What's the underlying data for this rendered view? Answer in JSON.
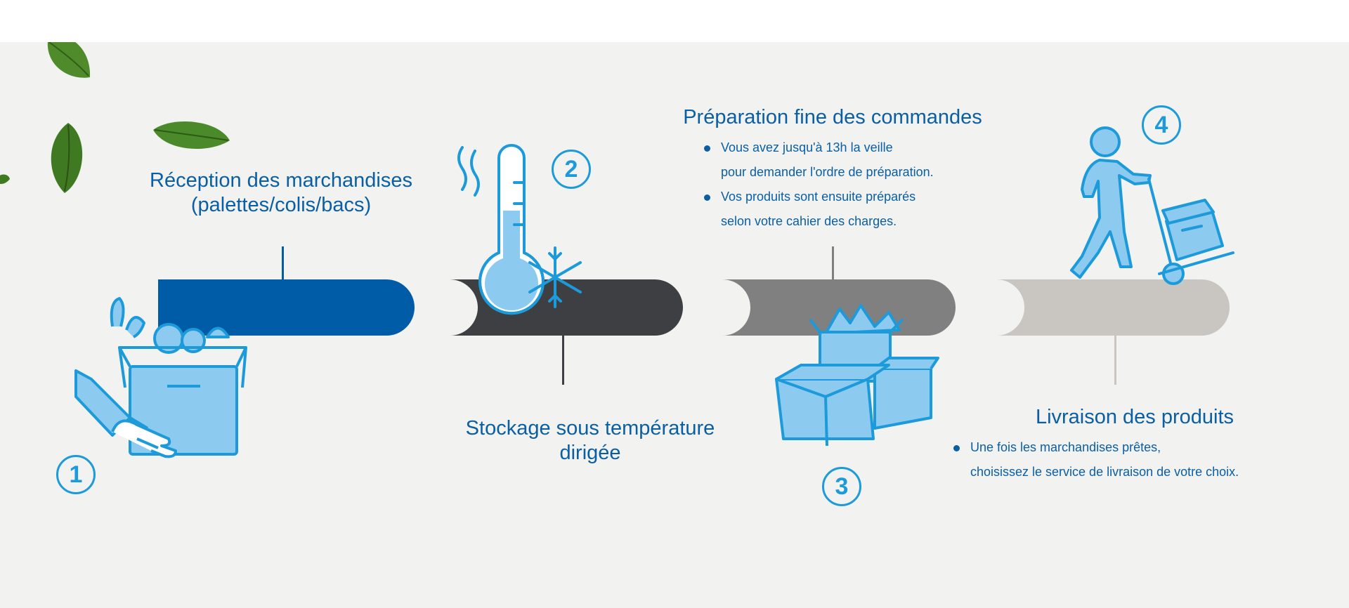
{
  "steps": [
    {
      "number": "1",
      "title_lines": [
        "Réception des marchandises",
        "(palettes/colis/bacs)"
      ],
      "color": "#005ca6"
    },
    {
      "number": "2",
      "title_lines": [
        "Stockage sous température",
        "dirigée"
      ],
      "color": "#3e3f43"
    },
    {
      "number": "3",
      "title_lines": [
        "Préparation fine des commandes"
      ],
      "bullets": [
        [
          "Vous avez jusqu'à 13h la veille",
          "pour demander l'ordre de préparation."
        ],
        [
          "Vos produits sont ensuite préparés",
          "selon votre cahier des charges."
        ]
      ],
      "color": "#808080"
    },
    {
      "number": "4",
      "title_lines": [
        "Livraison des produits"
      ],
      "bullets": [
        [
          "Une fois les marchandises prêtes,",
          "choisissez le service de livraison de votre choix."
        ]
      ],
      "color": "#c9c6c1"
    }
  ],
  "icons": {
    "step1": "box-with-vegetables-and-hand-icon",
    "step2": "thermometer-snowflake-icon",
    "step3": "stacked-boxes-icon",
    "step4": "person-with-hand-truck-icon",
    "decor": "basil-leaf-icon"
  },
  "colors": {
    "icon_stroke": "#1c9ad9",
    "icon_fill": "#8dcaf0",
    "text": "#0a5fa4",
    "background": "#f2f2f1"
  }
}
